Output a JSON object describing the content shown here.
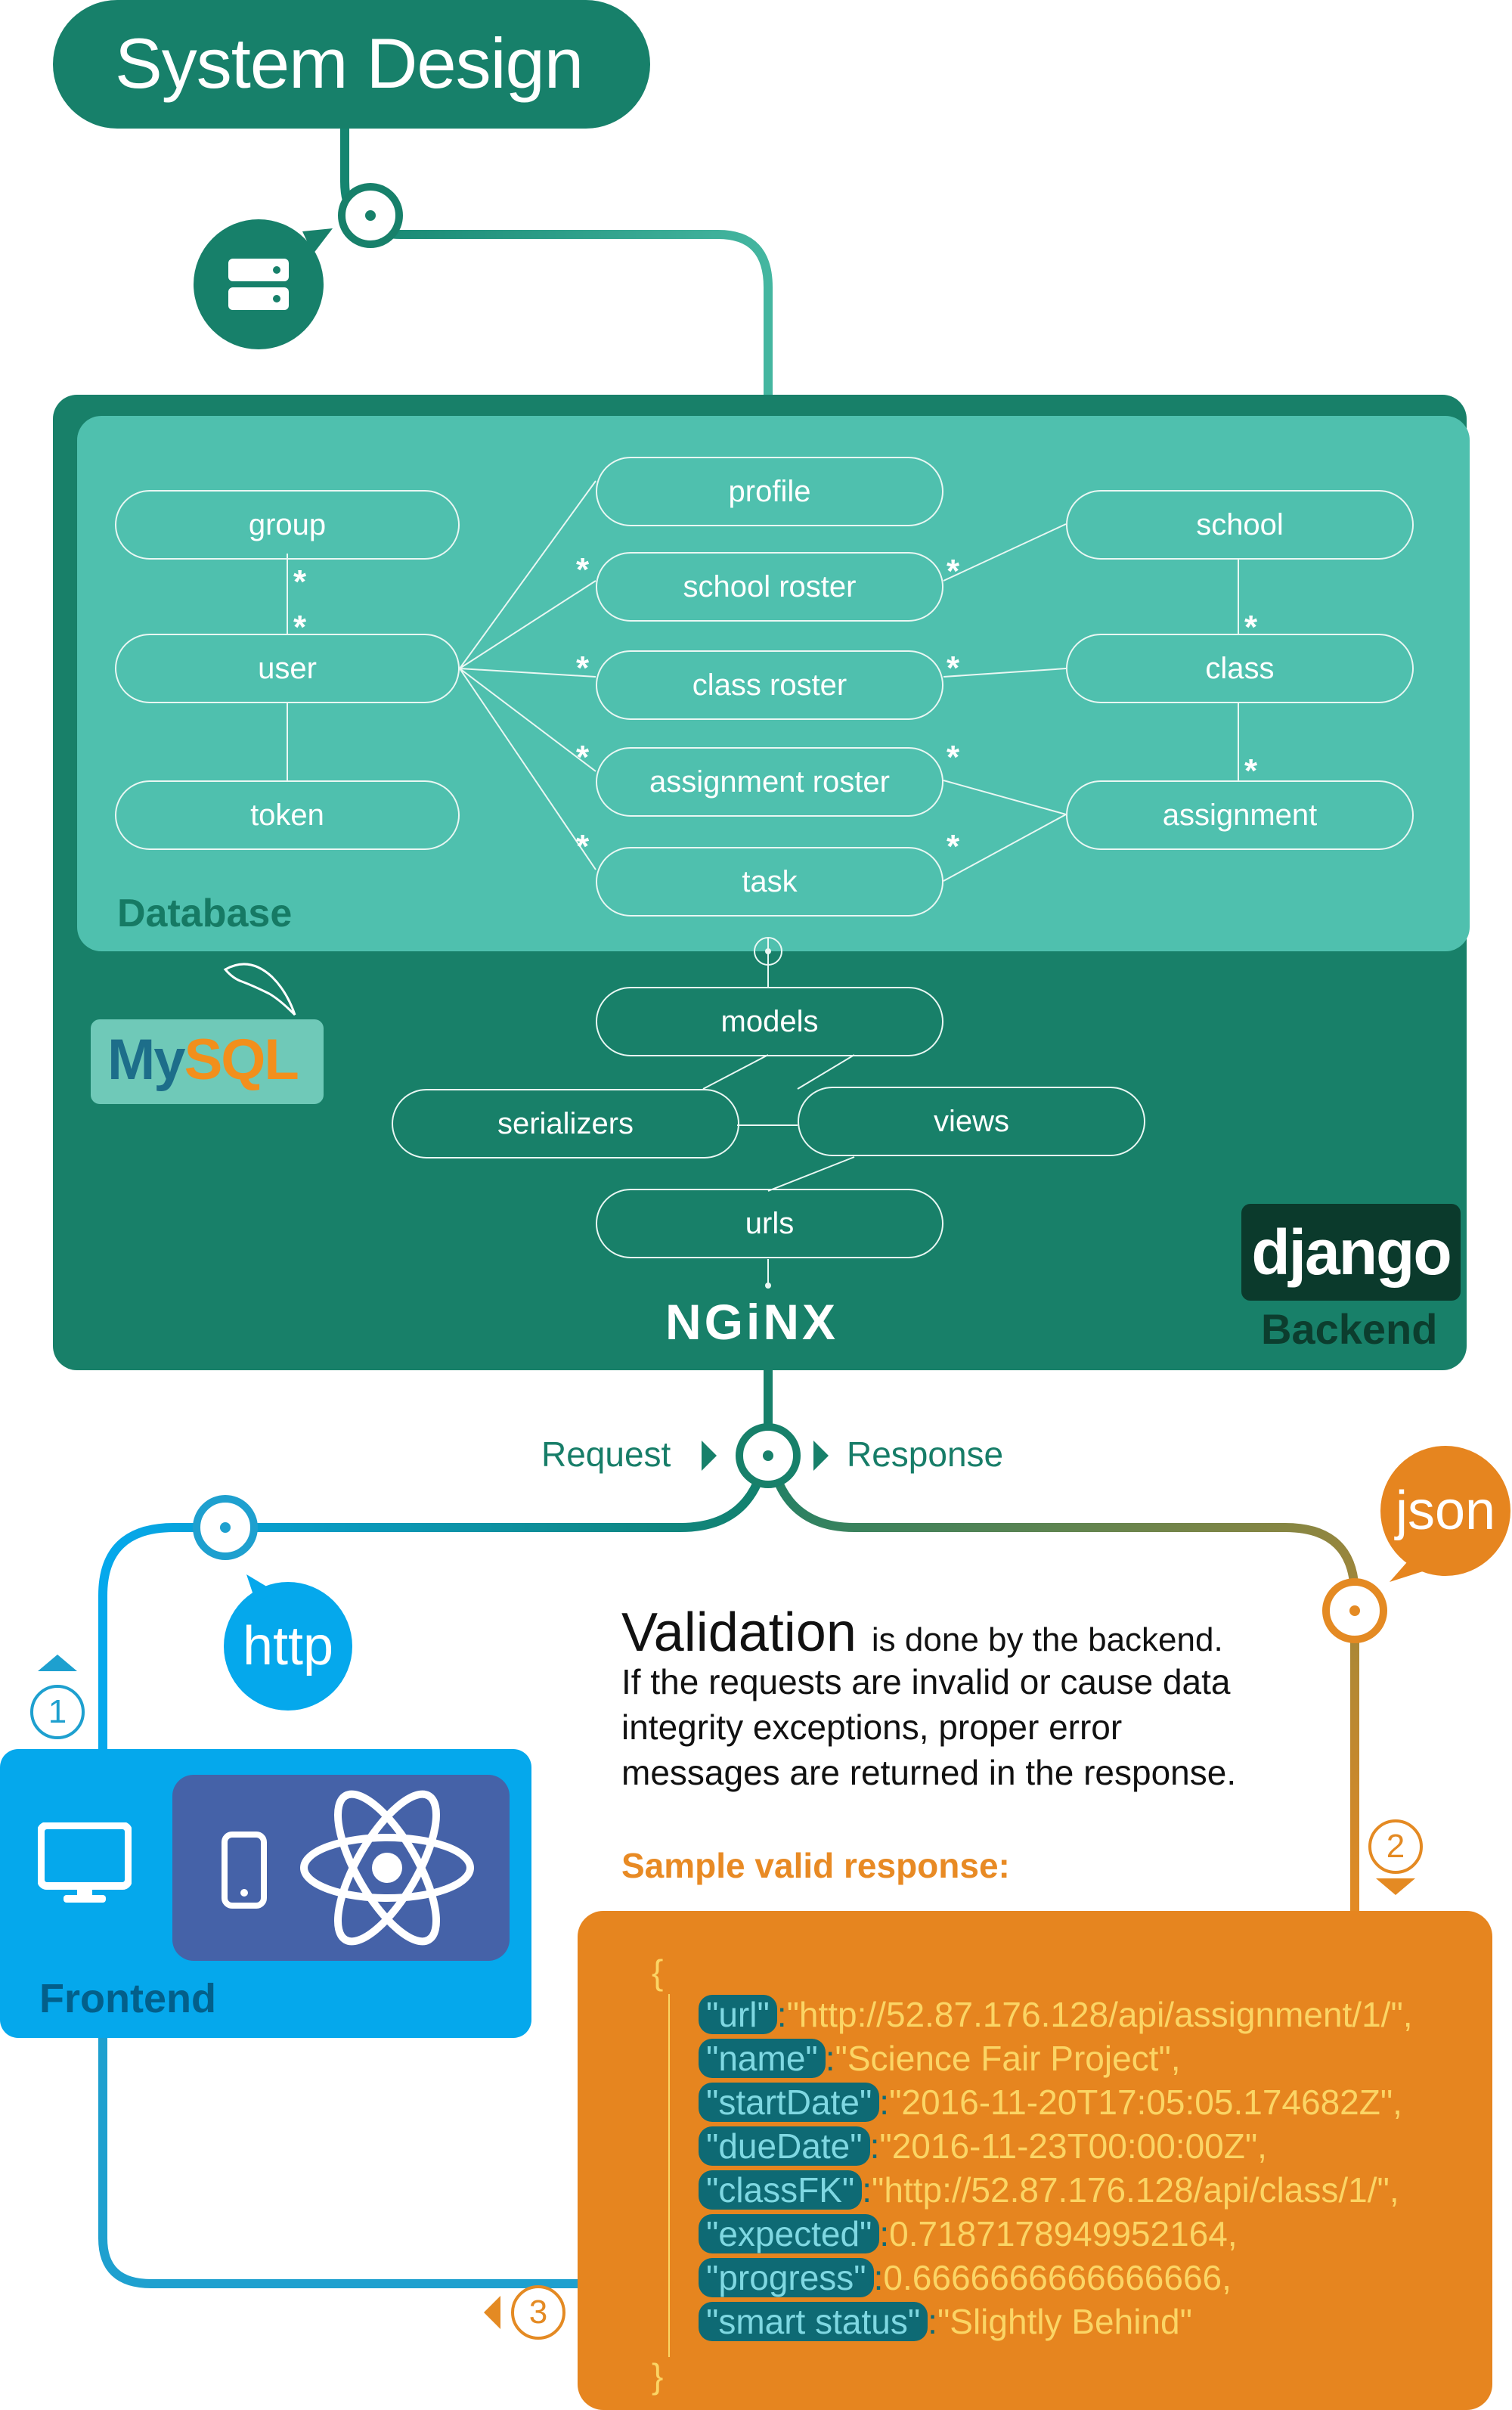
{
  "title": "System Design",
  "database": {
    "label": "Database",
    "nodes": {
      "group": "group",
      "user": "user",
      "token": "token",
      "profile": "profile",
      "school_roster": "school roster",
      "class_roster": "class roster",
      "assignment_roster": "assignment roster",
      "task": "task",
      "school": "school",
      "class": "class",
      "assignment": "assignment"
    },
    "multiplicity": "*",
    "logo": "MySQL"
  },
  "backend": {
    "label": "Backend",
    "logo": "django",
    "server": "NGiNX",
    "nodes": {
      "models": "models",
      "serializers": "serializers",
      "views": "views",
      "urls": "urls"
    }
  },
  "flow": {
    "request": "Request",
    "response": "Response",
    "http": "http",
    "json": "json",
    "steps": [
      "1",
      "2",
      "3"
    ]
  },
  "validation": {
    "heading": "Validation",
    "heading_tail": "is done by the backend.",
    "lines": [
      "If the requests are invalid or cause data",
      "integrity exceptions, proper error",
      "messages are returned in the response."
    ],
    "sample_label": "Sample valid response:"
  },
  "sample_response": {
    "open": "{",
    "close": "}",
    "fields": [
      {
        "key": "\"url\"",
        "sep": ":",
        "value": "\"http://52.87.176.128/api/assignment/1/\","
      },
      {
        "key": "\"name\"",
        "sep": ":",
        "value": "\"Science Fair Project\","
      },
      {
        "key": "\"startDate\"",
        "sep": ":",
        "value": "\"2016-11-20T17:05:05.174682Z\","
      },
      {
        "key": "\"dueDate\"",
        "sep": ":",
        "value": "\"2016-11-23T00:00:00Z\","
      },
      {
        "key": "\"classFK\"",
        "sep": ":",
        "value": "\"http://52.87.176.128/api/class/1/\","
      },
      {
        "key": "\"expected\"",
        "sep": ":",
        "value": "0.7187178949952164,"
      },
      {
        "key": "\"progress\"",
        "sep": ":",
        "value": "0.6666666666666666,"
      },
      {
        "key": "\"smart status\"",
        "sep": ":",
        "value": "\"Slightly Behind\""
      }
    ]
  },
  "frontend": {
    "label": "Frontend"
  },
  "colors": {
    "dark_green": "#17806a",
    "teal": "#4fc0ae",
    "blue": "#05a8ec",
    "orange": "#e6851f",
    "indigo": "#4562a8"
  }
}
